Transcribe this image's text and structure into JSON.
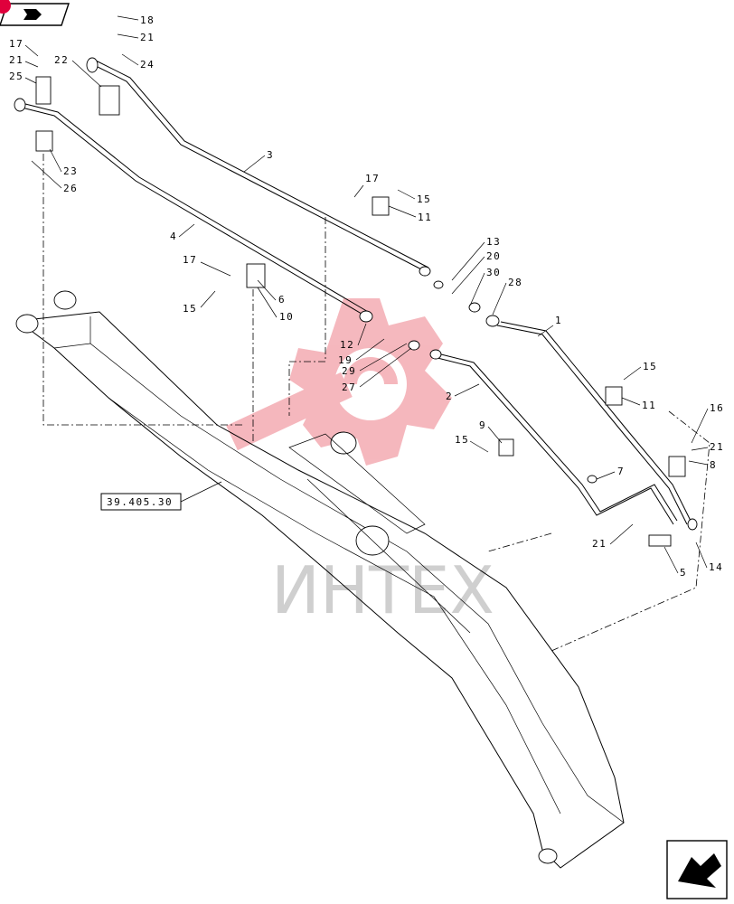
{
  "watermark": {
    "text": "ИНТЕХ",
    "color": "#f2a0a8"
  },
  "reference_box": {
    "text": "39.405.30"
  },
  "callouts": [
    "1",
    "2",
    "3",
    "4",
    "5",
    "6",
    "7",
    "8",
    "9",
    "10",
    "11",
    "11",
    "12",
    "13",
    "14",
    "15",
    "15",
    "15",
    "15",
    "16",
    "17",
    "17",
    "17",
    "18",
    "19",
    "20",
    "21",
    "21",
    "21",
    "21",
    "22",
    "23",
    "24",
    "25",
    "26",
    "27",
    "28",
    "29",
    "30"
  ],
  "icons": {
    "top_left": "next-page-arrow-icon",
    "bottom_right": "return-arrow-icon",
    "badge": "red-dot-badge"
  },
  "colors": {
    "line": "#000000",
    "badge": "#e0003c",
    "watermark": "#f2a0a8"
  }
}
